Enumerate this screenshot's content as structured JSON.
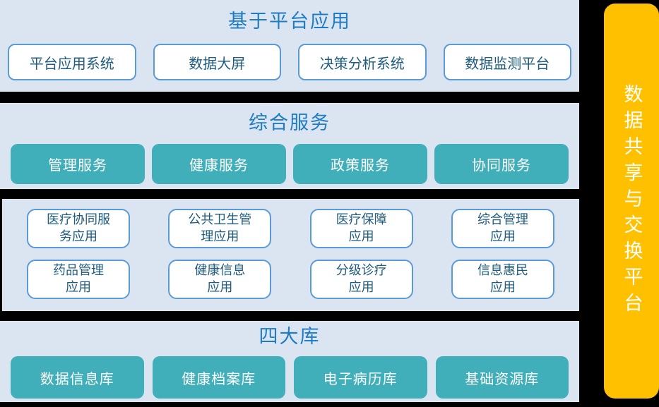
{
  "diagram": {
    "sections": [
      {
        "id": "platform_apps",
        "title": "基于平台应用",
        "items": [
          "平台应用系统",
          "数据大屏",
          "决策分析系统",
          "数据监测平台"
        ]
      },
      {
        "id": "services",
        "title": "综合服务",
        "items": [
          "管理服务",
          "健康服务",
          "政策服务",
          "协同服务"
        ]
      },
      {
        "id": "applications",
        "items": [
          "医疗协同服\n务应用",
          "公共卫生管\n理应用",
          "医疗保障\n应用",
          "综合管理\n应用",
          "药品管理\n应用",
          "健康信息\n应用",
          "分级诊疗\n应用",
          "信息惠民\n应用"
        ]
      },
      {
        "id": "databases",
        "title": "四大库",
        "items": [
          "数据信息库",
          "健康档案库",
          "电子病历库",
          "基础资源库"
        ]
      }
    ],
    "side_panel": {
      "label": "数据共享与交换平台"
    },
    "colors": {
      "background": "#000000",
      "section_bg": "#dbe5f2",
      "title_blue": "#1e7bc4",
      "node_border_blue": "#5b9bd5",
      "node_text_blue": "#1f5c7f",
      "teal": "#41afba",
      "orange": "#ffc000",
      "white": "#ffffff"
    }
  }
}
